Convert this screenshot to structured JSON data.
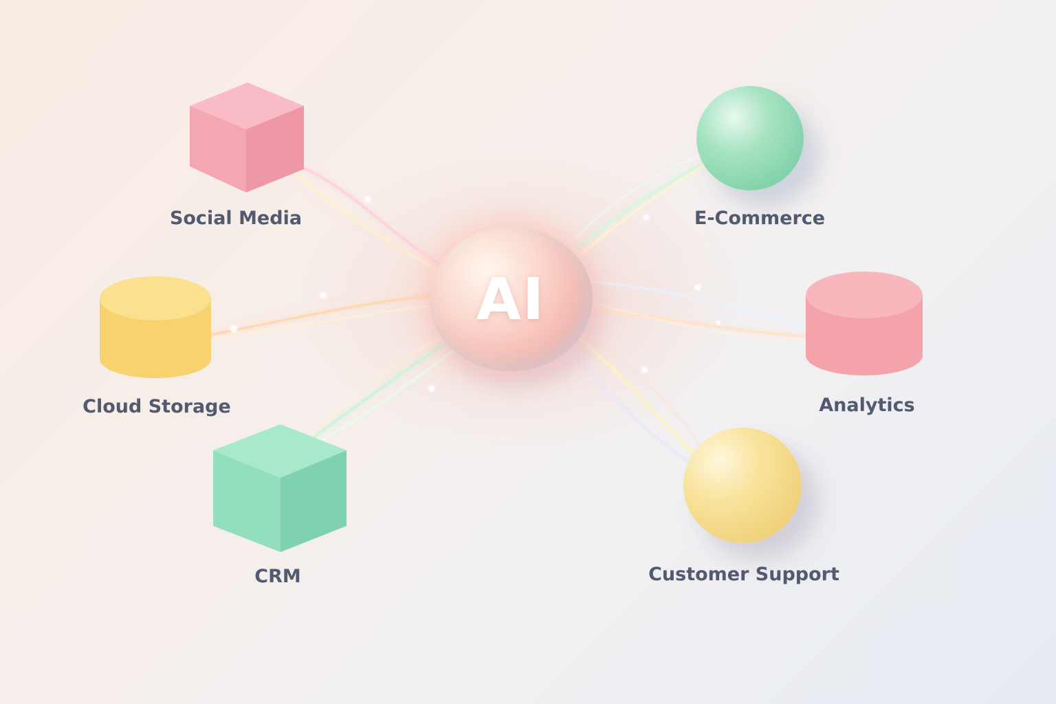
{
  "hub": {
    "label": "AI",
    "color": "#f6b4ab"
  },
  "nodes": [
    {
      "id": "social-media",
      "label": "Social Media",
      "shape": "cube",
      "color": "#f7a8b4"
    },
    {
      "id": "cloud-storage",
      "label": "Cloud Storage",
      "shape": "cylinder",
      "color": "#f8d77a"
    },
    {
      "id": "crm",
      "label": "CRM",
      "shape": "cube",
      "color": "#8fdcbc"
    },
    {
      "id": "e-commerce",
      "label": "E-Commerce",
      "shape": "sphere",
      "color": "#8fd6b2"
    },
    {
      "id": "analytics",
      "label": "Analytics",
      "shape": "cylinder",
      "color": "#f7a7ad"
    },
    {
      "id": "customer-support",
      "label": "Customer Support",
      "shape": "sphere",
      "color": "#f6dc86"
    }
  ],
  "colors": {
    "label_text": "#525a70",
    "background_left": "#f9ece4",
    "background_right": "#e6ebf3"
  }
}
